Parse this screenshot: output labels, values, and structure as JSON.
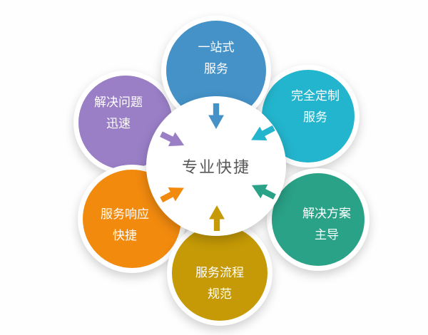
{
  "center": {
    "label": "专业快捷",
    "text_color": "#57575a",
    "background": "#ffffff"
  },
  "petals": [
    {
      "id": "one-stop-service",
      "lines": [
        "一站式",
        "服务"
      ],
      "color": "#4492c8"
    },
    {
      "id": "fully-customized",
      "lines": [
        "完全定制",
        "服务"
      ],
      "color": "#23b5cd"
    },
    {
      "id": "solution-led",
      "lines": [
        "解决方案",
        "主导"
      ],
      "color": "#2aa287"
    },
    {
      "id": "standard-process",
      "lines": [
        "服务流程",
        "规范"
      ],
      "color": "#c59a06"
    },
    {
      "id": "fast-response",
      "lines": [
        "服务响应",
        "快捷"
      ],
      "color": "#f28a0e"
    },
    {
      "id": "quick-solving",
      "lines": [
        "解决问题",
        "迅速"
      ],
      "color": "#9a7fc7"
    }
  ]
}
